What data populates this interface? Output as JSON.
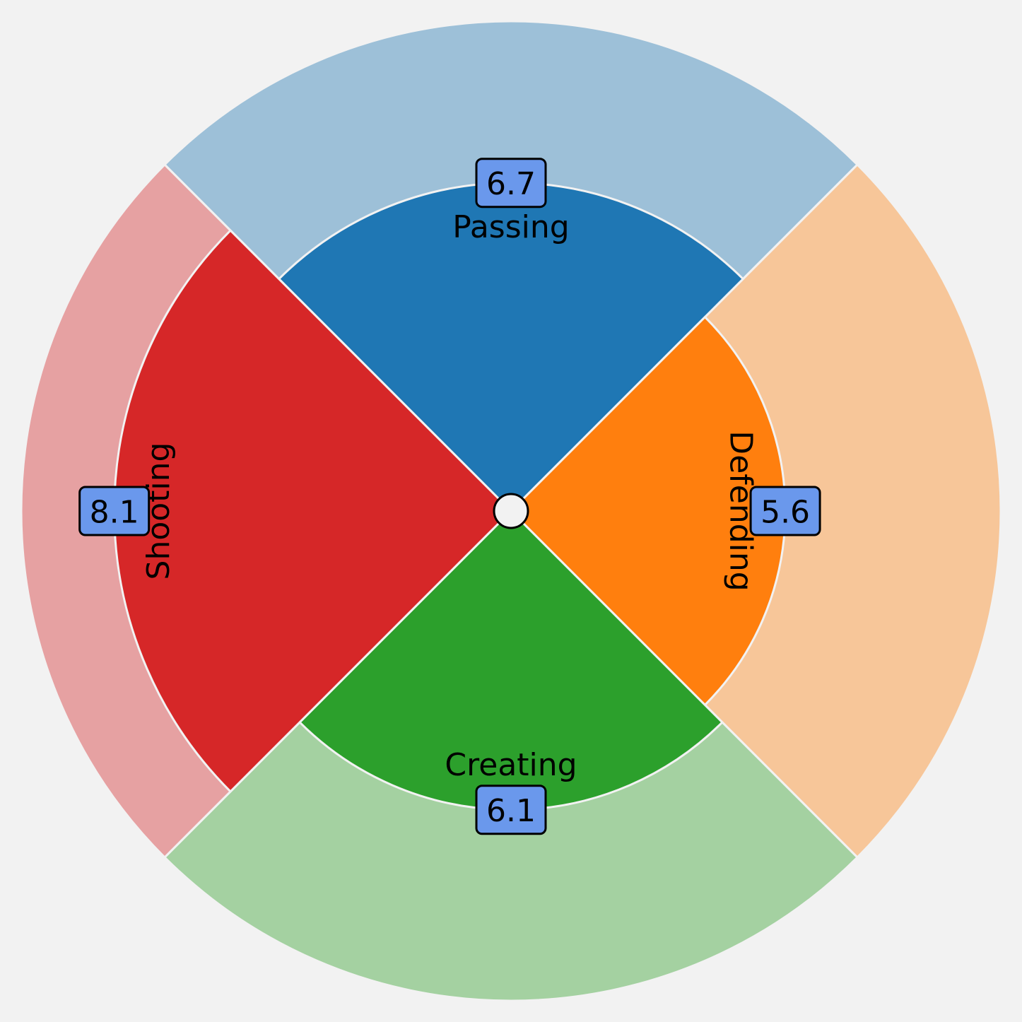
{
  "chart_data": {
    "type": "pie",
    "subtype": "polar-bar",
    "title": "",
    "categories": [
      "Passing",
      "Defending",
      "Creating",
      "Shooting"
    ],
    "values": [
      6.7,
      5.6,
      6.1,
      8.1
    ],
    "value_labels": [
      "6.7",
      "5.6",
      "6.1",
      "8.1"
    ],
    "max_value": 10,
    "colors": [
      "#1f77b4",
      "#ff7f0e",
      "#2ca02c",
      "#d62728"
    ],
    "background_colors": [
      "#9dc0d8",
      "#f7c699",
      "#a4d1a1",
      "#e6a1a2"
    ],
    "label_box_color": "#6a98ec",
    "grid": false,
    "legend": "none"
  }
}
